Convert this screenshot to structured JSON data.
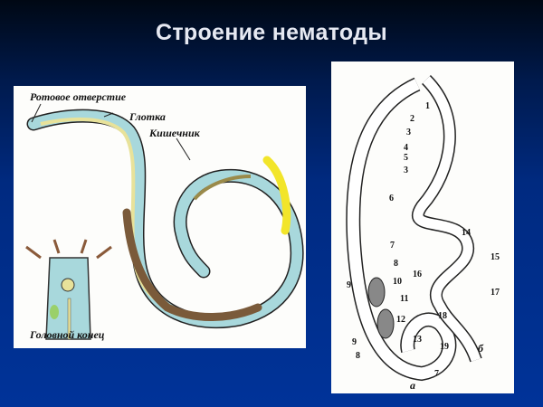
{
  "slide": {
    "title": "Строение нематоды",
    "background_top": "#000814",
    "background_bottom": "#003399"
  },
  "left_figure": {
    "labels": {
      "mouth": "Ротовое отверстие",
      "pharynx": "Глотка",
      "intestine": "Кишечник",
      "head_end": "Головной конец"
    }
  },
  "right_figure": {
    "numbers": [
      "1",
      "2",
      "3",
      "4",
      "5",
      "3",
      "6",
      "7",
      "8",
      "9",
      "10",
      "11",
      "12",
      "13",
      "9",
      "8",
      "7",
      "14",
      "15",
      "16",
      "17",
      "18",
      "19"
    ],
    "sub_labels": {
      "a": "а",
      "b": "б"
    }
  }
}
